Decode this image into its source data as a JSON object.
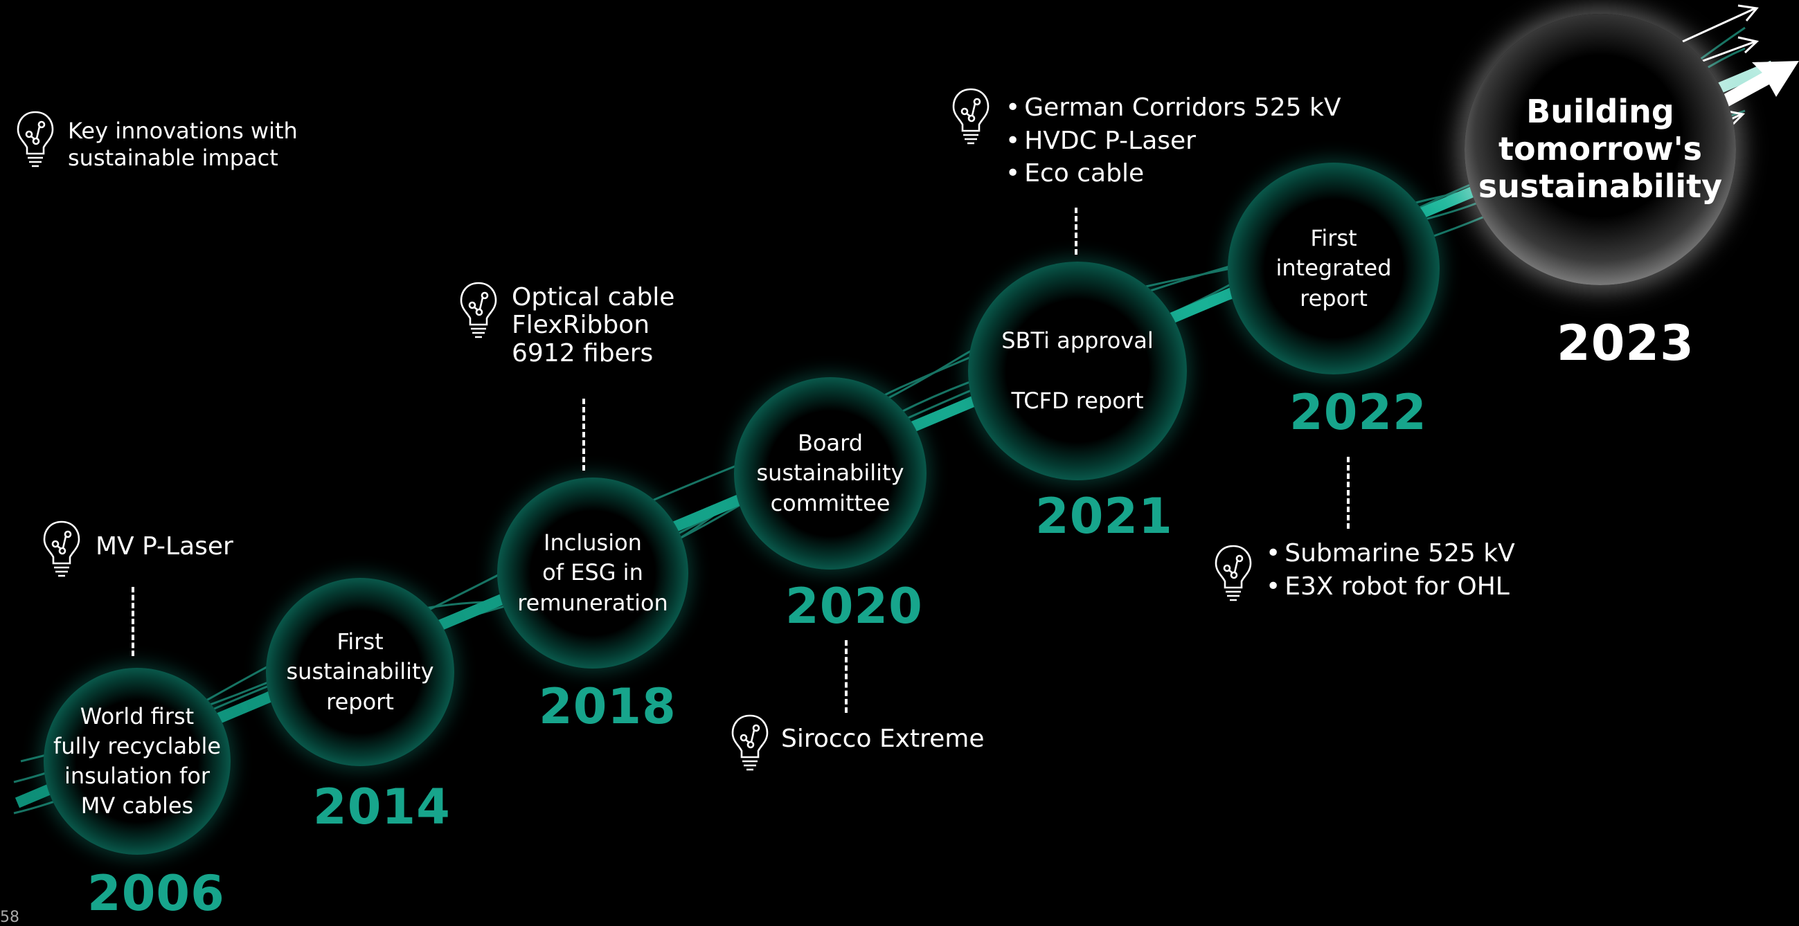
{
  "legend": {
    "text": "Key innovations with\nsustainable impact",
    "icon": "lightbulb-icon"
  },
  "milestones": [
    {
      "year": "2006",
      "text": "World first\nfully recyclable\ninsulation for\nMV cables"
    },
    {
      "year": "2014",
      "text": "First\nsustainability\nreport"
    },
    {
      "year": "2018",
      "text": "Inclusion\nof ESG in\nremuneration"
    },
    {
      "year": "2020",
      "text": "Board\nsustainability\ncommittee"
    },
    {
      "year": "2021",
      "text": "SBTi approval\n\nTCFD report"
    },
    {
      "year": "2022",
      "text": "First\nintegrated\nreport"
    },
    {
      "year": "2023",
      "text": "Building\ntomorrow's\nsustainability"
    }
  ],
  "innovations": {
    "i2006": "MV P-Laser",
    "i2018": "Optical cable\nFlexRibbon\n6912 fibers",
    "i2020": "Sirocco Extreme",
    "i2021": [
      "German Corridors 525 kV",
      "HVDC P-Laser",
      "Eco cable"
    ],
    "i2022": [
      "Submarine 525 kV",
      "E3X robot for OHL"
    ]
  },
  "page_number": "58",
  "colors": {
    "accent": "#17a58c",
    "background": "#000000",
    "text": "#ffffff"
  }
}
